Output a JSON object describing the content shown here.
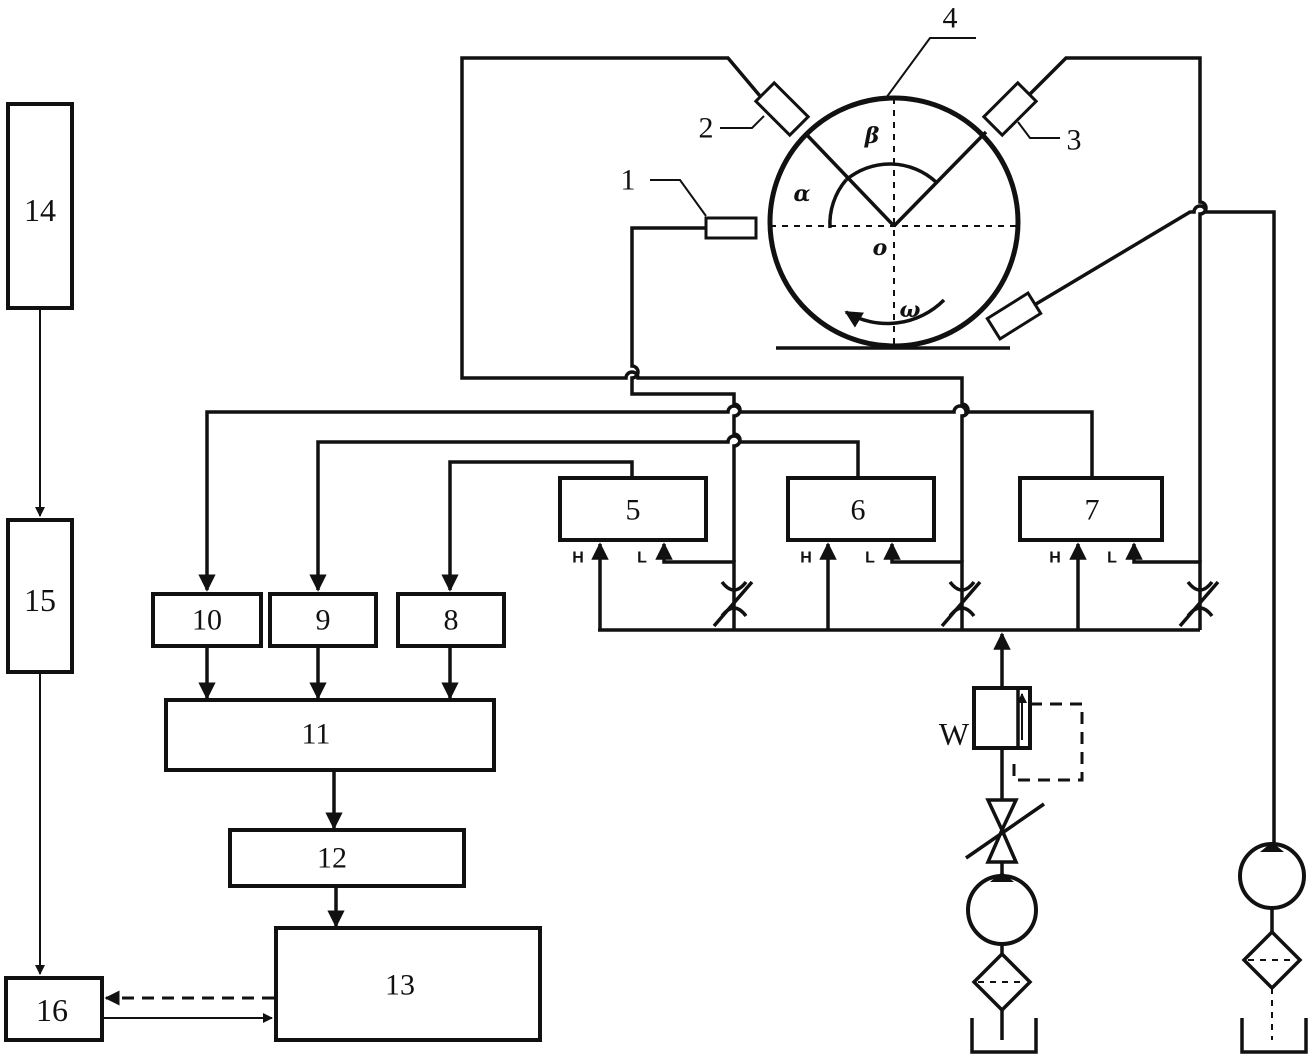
{
  "blocks": {
    "b1": "1",
    "b2": "2",
    "b3": "3",
    "b4": "4",
    "b5": "5",
    "b6": "6",
    "b7": "7",
    "b8": "8",
    "b9": "9",
    "b10": "10",
    "b11": "11",
    "b12": "12",
    "b13": "13",
    "b14": "14",
    "b15": "15",
    "b16": "16"
  },
  "ports": {
    "high": "H",
    "low": "L"
  },
  "valve_label": "W",
  "greek": {
    "alpha": "α",
    "beta": "β",
    "center": "o",
    "omega": "ω"
  }
}
